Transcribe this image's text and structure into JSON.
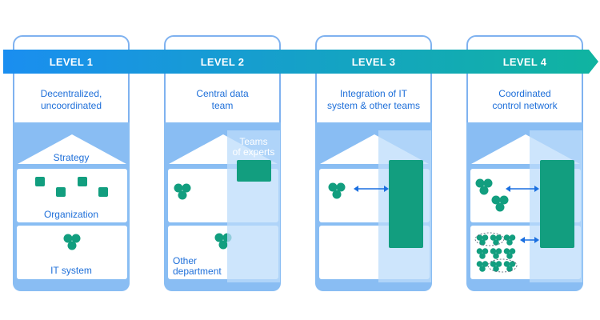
{
  "levels": [
    {
      "label": "LEVEL 1",
      "description": "Decentralized,\nuncoordinated"
    },
    {
      "label": "LEVEL 2",
      "description": "Central data\nteam"
    },
    {
      "label": "LEVEL 3",
      "description": "Integration of IT\nsystem & other teams"
    },
    {
      "label": "LEVEL 4",
      "description": "Coordinated\ncontrol network"
    }
  ],
  "level1": {
    "strategy": "Strategy",
    "organization": "Organization",
    "it_system": "IT system"
  },
  "level2": {
    "experts": "Teams\nof experts",
    "other_department": "Other\ndepartment"
  },
  "colors": {
    "arrow_start": "#1a8ef0",
    "arrow_end": "#10b4a0",
    "card_border": "#7fb2f0",
    "lower_fill": "#89bdf3",
    "text_blue": "#1e6fd9",
    "team_green": "#129e7f",
    "overlay": "#bcdcfb"
  }
}
